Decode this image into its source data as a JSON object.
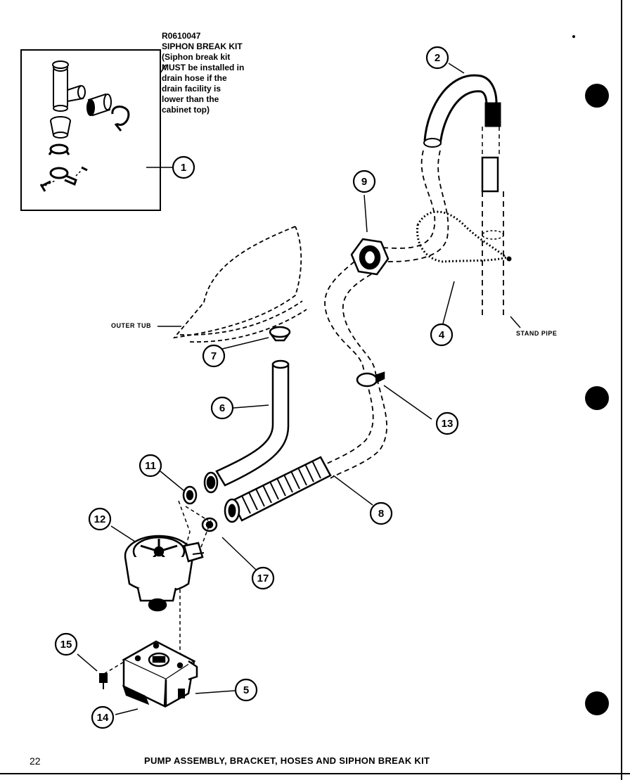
{
  "siphon_kit": {
    "lines": [
      "R0610047",
      "SIPHON BREAK KIT",
      "(Siphon break kit",
      "MUST be installed in",
      "drain hose if the",
      "drain facility is",
      "lower than the",
      "cabinet top)"
    ]
  },
  "labels": {
    "outer_tub": "OUTER TUB",
    "stand_pipe": "STAND PIPE"
  },
  "callouts": [
    "1",
    "2",
    "4",
    "5",
    "6",
    "7",
    "8",
    "9",
    "11",
    "12",
    "13",
    "14",
    "15",
    "17"
  ],
  "footer": {
    "page_number": "22",
    "title": "PUMP ASSEMBLY, BRACKET, HOSES AND SIPHON BREAK KIT"
  }
}
